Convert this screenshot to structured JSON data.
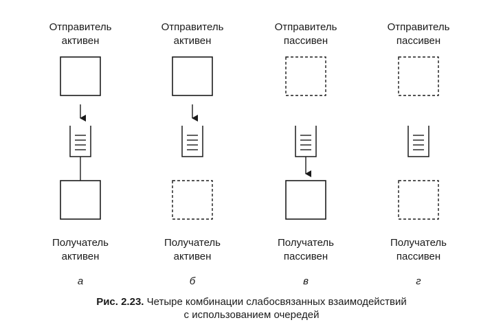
{
  "columns": [
    {
      "sender_label": "Отправитель",
      "sender_state": "активен",
      "receiver_label": "Получатель",
      "receiver_state": "активен",
      "sublabel": "а",
      "sender_active": true,
      "receiver_active": true,
      "arrow_sender_to_queue": true,
      "arrow_queue_to_receiver": false,
      "line_queue_to_receiver": true
    },
    {
      "sender_label": "Отправитель",
      "sender_state": "активен",
      "receiver_label": "Получатель",
      "receiver_state": "активен",
      "sublabel": "б",
      "sender_active": true,
      "receiver_active": false,
      "arrow_sender_to_queue": true,
      "arrow_queue_to_receiver": false,
      "line_queue_to_receiver": false
    },
    {
      "sender_label": "Отправитель",
      "sender_state": "пассивен",
      "receiver_label": "Получатель",
      "receiver_state": "пассивен",
      "sublabel": "в",
      "sender_active": false,
      "receiver_active": true,
      "arrow_sender_to_queue": false,
      "arrow_queue_to_receiver": true,
      "line_queue_to_receiver": false
    },
    {
      "sender_label": "Отправитель",
      "sender_state": "пассивен",
      "receiver_label": "Получатель",
      "receiver_state": "пассивен",
      "sublabel": "г",
      "sender_active": false,
      "receiver_active": false,
      "arrow_sender_to_queue": false,
      "arrow_queue_to_receiver": false,
      "line_queue_to_receiver": false
    }
  ],
  "caption": {
    "number": "Рис. 2.23.",
    "line1": "Четыре комбинации слабосвязанных взаимодействий",
    "line2": "с использованием очередей"
  },
  "colors": {
    "ink": "#1a1a1a",
    "background": "#ffffff"
  }
}
